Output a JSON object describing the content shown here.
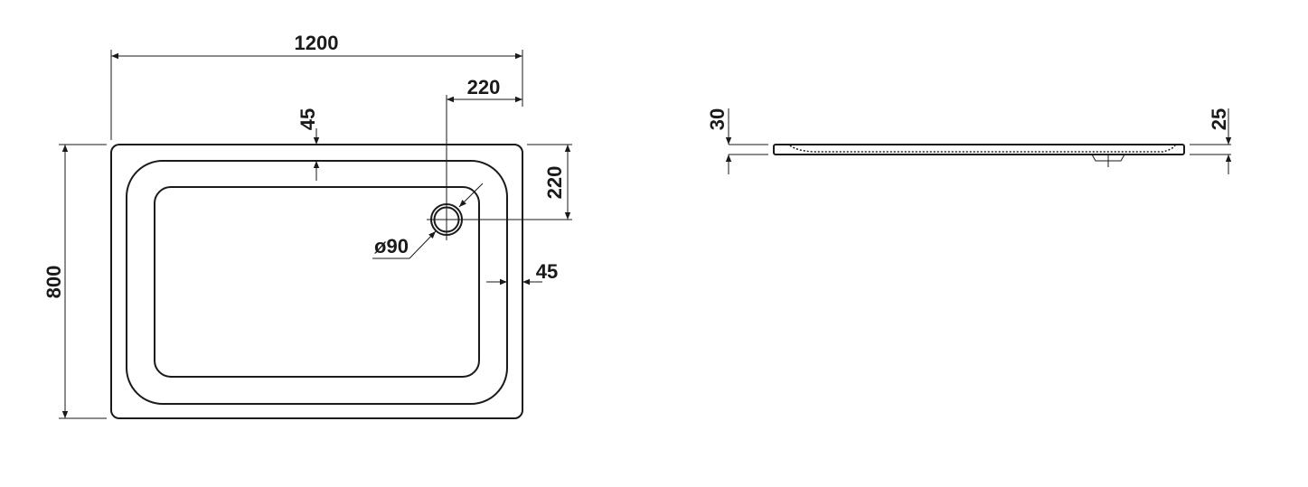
{
  "drawing": {
    "top_view": {
      "overall_width": "1200",
      "overall_depth": "800",
      "drain_offset_x": "220",
      "drain_offset_y": "220",
      "rim_width_top": "45",
      "rim_width_side": "45",
      "drain_diameter": "ø90"
    },
    "side_view": {
      "height_left": "30",
      "height_right": "25"
    }
  }
}
